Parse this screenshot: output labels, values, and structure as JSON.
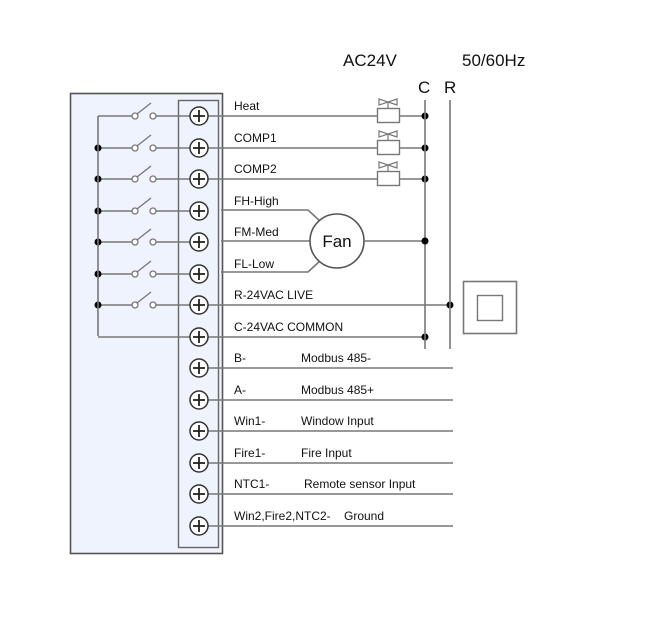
{
  "header": {
    "voltage_label": "AC24V",
    "frequency_label": "50/60Hz",
    "c_label": "C",
    "r_label": "R",
    "r_label_color": "#4a72d9"
  },
  "fan": {
    "label": "Fan"
  },
  "terminals": [
    {
      "name": "Heat",
      "desc": "",
      "load": "valve",
      "switch": true
    },
    {
      "name": "COMP1",
      "desc": "",
      "load": "valve",
      "switch": true
    },
    {
      "name": "COMP2",
      "desc": "",
      "load": "valve",
      "switch": true
    },
    {
      "name": "FH-High",
      "desc": "",
      "load": "fan",
      "switch": true
    },
    {
      "name": "FM-Med",
      "desc": "",
      "load": "fan",
      "switch": true
    },
    {
      "name": "FL-Low",
      "desc": "",
      "load": "fan",
      "switch": true
    },
    {
      "name": "R-24VAC LIVE",
      "desc": "",
      "load": "r-line",
      "switch": true
    },
    {
      "name": "C-24VAC COMMON",
      "desc": "",
      "load": "c-line",
      "switch": false
    },
    {
      "name": "B-",
      "desc": "Modbus 485-",
      "load": "signal",
      "switch": false
    },
    {
      "name": "A-",
      "desc": "Modbus 485+",
      "load": "signal",
      "switch": false
    },
    {
      "name": "Win1-",
      "desc": "Window Input",
      "load": "signal",
      "switch": false
    },
    {
      "name": "Fire1-",
      "desc": "Fire Input",
      "load": "signal",
      "switch": false
    },
    {
      "name": "NTC1-",
      "desc": "Remote sensor Input",
      "load": "signal",
      "switch": false
    },
    {
      "name": "Win2,Fire2,NTC2-",
      "desc": "Ground",
      "load": "signal",
      "switch": false
    }
  ],
  "icons": {
    "terminal": "terminal-screw-icon",
    "switch": "relay-switch-icon",
    "valve": "valve-icon",
    "fan": "fan-motor-icon",
    "transformer": "transformer-icon"
  }
}
